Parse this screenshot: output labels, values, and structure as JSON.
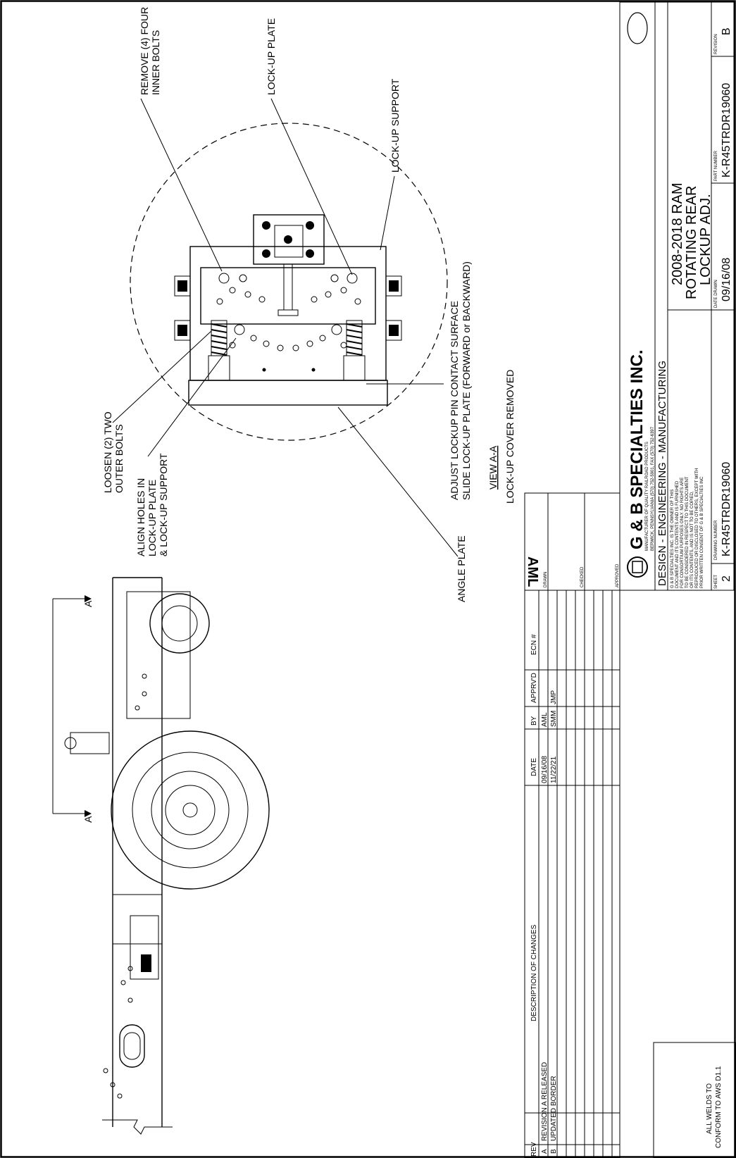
{
  "callouts": {
    "remove_bolts": [
      "REMOVE (4) FOUR",
      "INNER BOLTS"
    ],
    "lockup_plate": "LOCK-UP PLATE",
    "lockup_support": "LOCK-UP SUPPORT",
    "adjust": [
      "ADJUST LOCKUP PIN CONTACT SURFACE",
      "SLIDE LOCK-UP PLATE (FORWARD or BACKWARD)"
    ],
    "view_title": "VIEW A-A",
    "view_subtitle": "LOCK-UP COVER REMOVED",
    "angle_plate": "ANGLE PLATE",
    "loosen": [
      "LOOSEN (2) TWO",
      "OUTER BOLTS"
    ],
    "align": [
      "ALIGN HOLES IN",
      "LOCK-UP PLATE",
      "& LOCK-UP SUPPORT"
    ],
    "section_marker": "A"
  },
  "revision_block": {
    "headers": [
      "REV",
      "DESCRIPTION OF CHANGES",
      "DATE",
      "BY",
      "APPRV'D",
      "ECN #"
    ],
    "rows": [
      [
        "A",
        "REVISION A RELEASED",
        "09/16/08",
        "AML",
        "",
        ""
      ],
      [
        "B",
        "UPDATED BORDER",
        "11/22/21",
        "SMM",
        "JMP",
        ""
      ]
    ],
    "drawn_label": "DRAWN",
    "drawn_by": "AML",
    "checked_label": "CHECKED",
    "approved_label": "APPROVED"
  },
  "title_block": {
    "company": "G & B SPECIALTIES INC.",
    "tagline": "MANUFACTURER OF QUALITY RAILROAD PRODUCTS",
    "address": "BERWICK, PENNSYLVANIA (570) 752-5901, FAX (570) 752-6397",
    "department": "DESIGN - ENGINEERING - MANUFACTURING",
    "notice": [
      "G & B SPECIALTIES INC. IS THE OWNER OF THIS",
      "DOCUMENT AND ITS CONTENTS AND IS FURNISHED",
      "FOR CONSORTIUM PURPOSES ONLY. NO RIGHTS ARE",
      "TO BE CONSIDERED IN RESPECT TO THIS DOCUMENT",
      "OR ITS CONTENTS, AND IS NOT TO BE COPIED,",
      "REPRODUCED OR DISCLOSED TO OTHERS, EXCEPT WITH",
      "PRIOR WRITTEN CONSENT OF G & B SPECIALTIES INC"
    ],
    "title_lines": [
      "2008-2018 RAM",
      "ROTATING REAR",
      "LOCKUP ADJ."
    ],
    "field_labels": [
      "SHEET",
      "DRAWING NUMBER",
      "DATE DRAWN",
      "PART NUMBER",
      "REVISION"
    ],
    "sheet": "2",
    "drawing_number": "K-R45TRDR19060",
    "date_drawn": "09/16/08",
    "part_number": "K-R45TRDR19060",
    "revision": "B"
  },
  "weld_note": [
    "ALL WELDS TO",
    "CONFORM TO AWS D1.1"
  ]
}
